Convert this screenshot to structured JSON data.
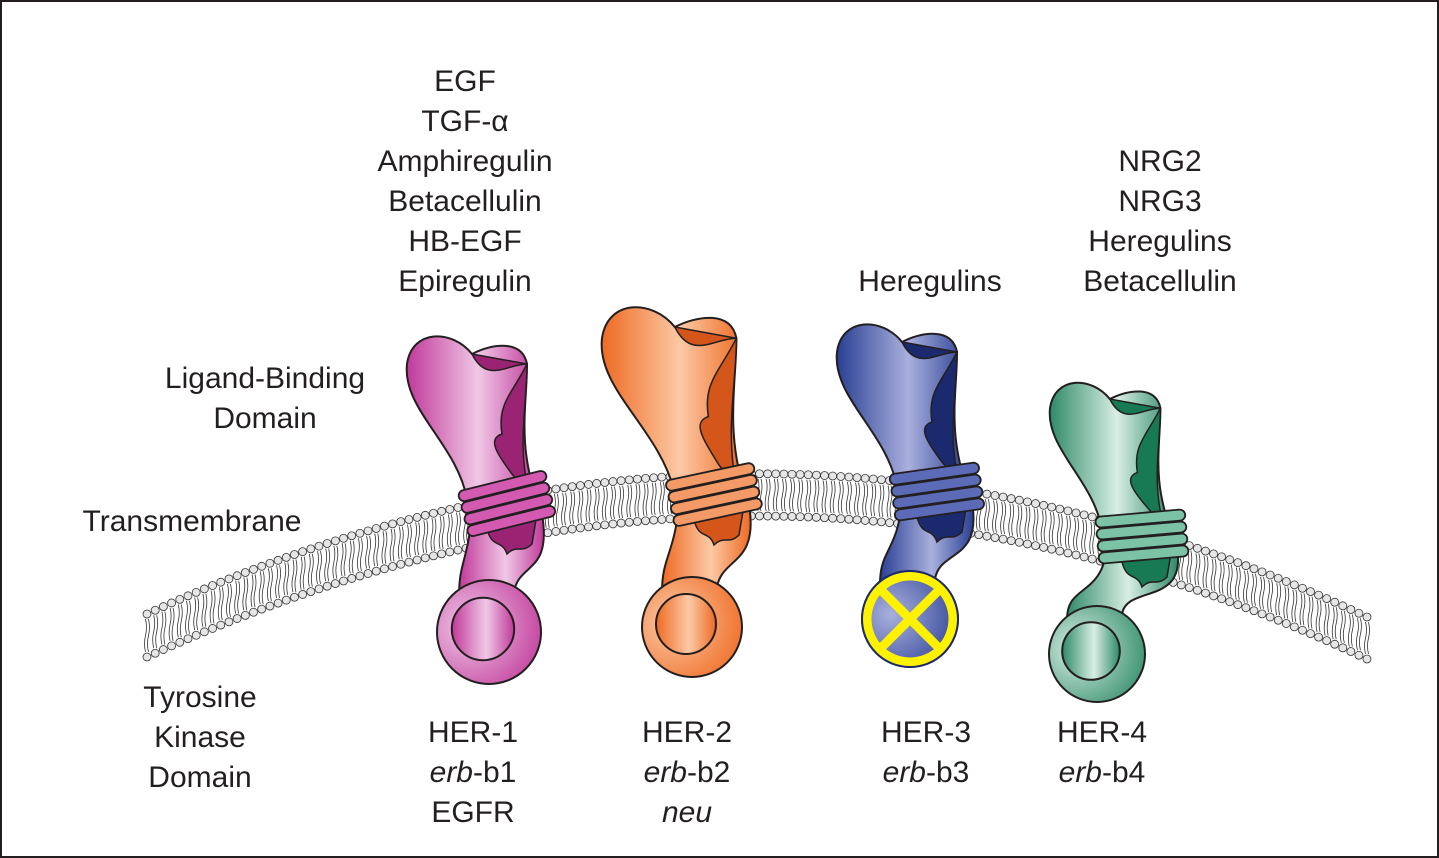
{
  "ligands": {
    "her1": [
      "EGF",
      "TGF-α",
      "Amphiregulin",
      "Betacellulin",
      "HB-EGF",
      "Epiregulin"
    ],
    "her3": [
      "Heregulins"
    ],
    "her4": [
      "NRG2",
      "NRG3",
      "Heregulins",
      "Betacellulin"
    ]
  },
  "domain_labels": {
    "ligand_binding": [
      "Ligand-Binding",
      "Domain"
    ],
    "transmembrane": "Transmembrane",
    "tyrosine_kinase": [
      "Tyrosine",
      "Kinase",
      "Domain"
    ]
  },
  "receptors": [
    {
      "name": "HER-1",
      "gene_prefix": "erb",
      "gene_suffix": "-b1",
      "alias": "EGFR",
      "alias_italic": false,
      "color": "#c0399a",
      "light": "#f0c8e6",
      "dark": "#9a2373",
      "ring": "#d35ab0",
      "kinase": "active"
    },
    {
      "name": "HER-2",
      "gene_prefix": "erb",
      "gene_suffix": "-b2",
      "alias": "neu",
      "alias_italic": true,
      "color": "#ee6a22",
      "light": "#fcc9a5",
      "dark": "#d4561a",
      "ring": "#f39a66",
      "kinase": "active"
    },
    {
      "name": "HER-3",
      "gene_prefix": "erb",
      "gene_suffix": "-b3",
      "alias": "",
      "alias_italic": false,
      "color": "#2a3f94",
      "light": "#a9b0dd",
      "dark": "#1b2a6e",
      "ring": "#5c6bb8",
      "kinase": "inactive",
      "x_color": "#fff200"
    },
    {
      "name": "HER-4",
      "gene_prefix": "erb",
      "gene_suffix": "-b4",
      "alias": "",
      "alias_italic": false,
      "color": "#2e8a68",
      "light": "#d8eee4",
      "dark": "#177a55",
      "ring": "#7cc2a4",
      "kinase": "active"
    }
  ]
}
